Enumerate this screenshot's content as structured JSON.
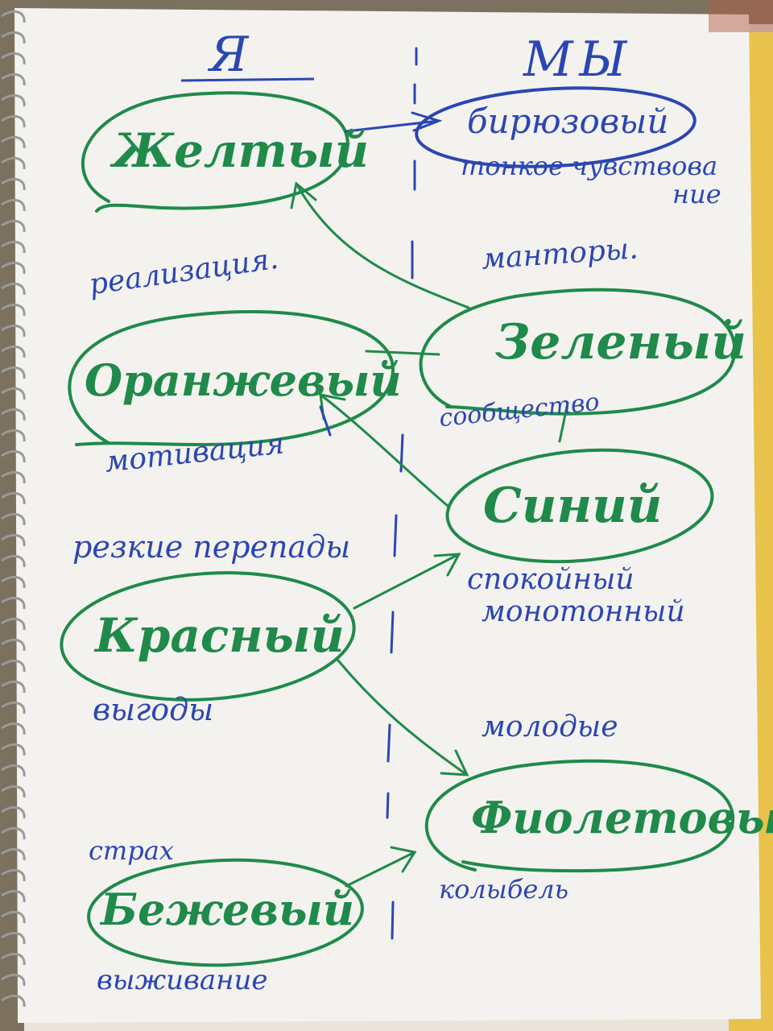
{
  "colors": {
    "paper": "#f3f1ec",
    "green": "#1f8a4a",
    "blue": "#2b46b3",
    "table": "#7c715f"
  },
  "headers": {
    "left": "Я",
    "right": "МЫ"
  },
  "nodes": {
    "yellow": {
      "label": "Желтый"
    },
    "turquoise": {
      "label": "бирюзовый",
      "note_line1": "тонкое чувствова",
      "note_line2": "ние"
    },
    "orange": {
      "label": "Оранжевый",
      "note_above": "реализация.",
      "note_below": "мотивация"
    },
    "green": {
      "label": "Зеленый",
      "note_above": "манторы.",
      "note_below": "сообщество"
    },
    "blue": {
      "label": "Синий",
      "note_line1": "спокойный",
      "note_line2": "монотонный"
    },
    "red": {
      "label": "Красный",
      "note_above": "резкие перепады",
      "note_below": "выгоды"
    },
    "violet": {
      "label": "Фиолетовый",
      "note_above": "молодые",
      "note_below": "колыбель"
    },
    "beige": {
      "label": "Бежевый",
      "note_above": "страх",
      "note_below": "выживание"
    }
  }
}
